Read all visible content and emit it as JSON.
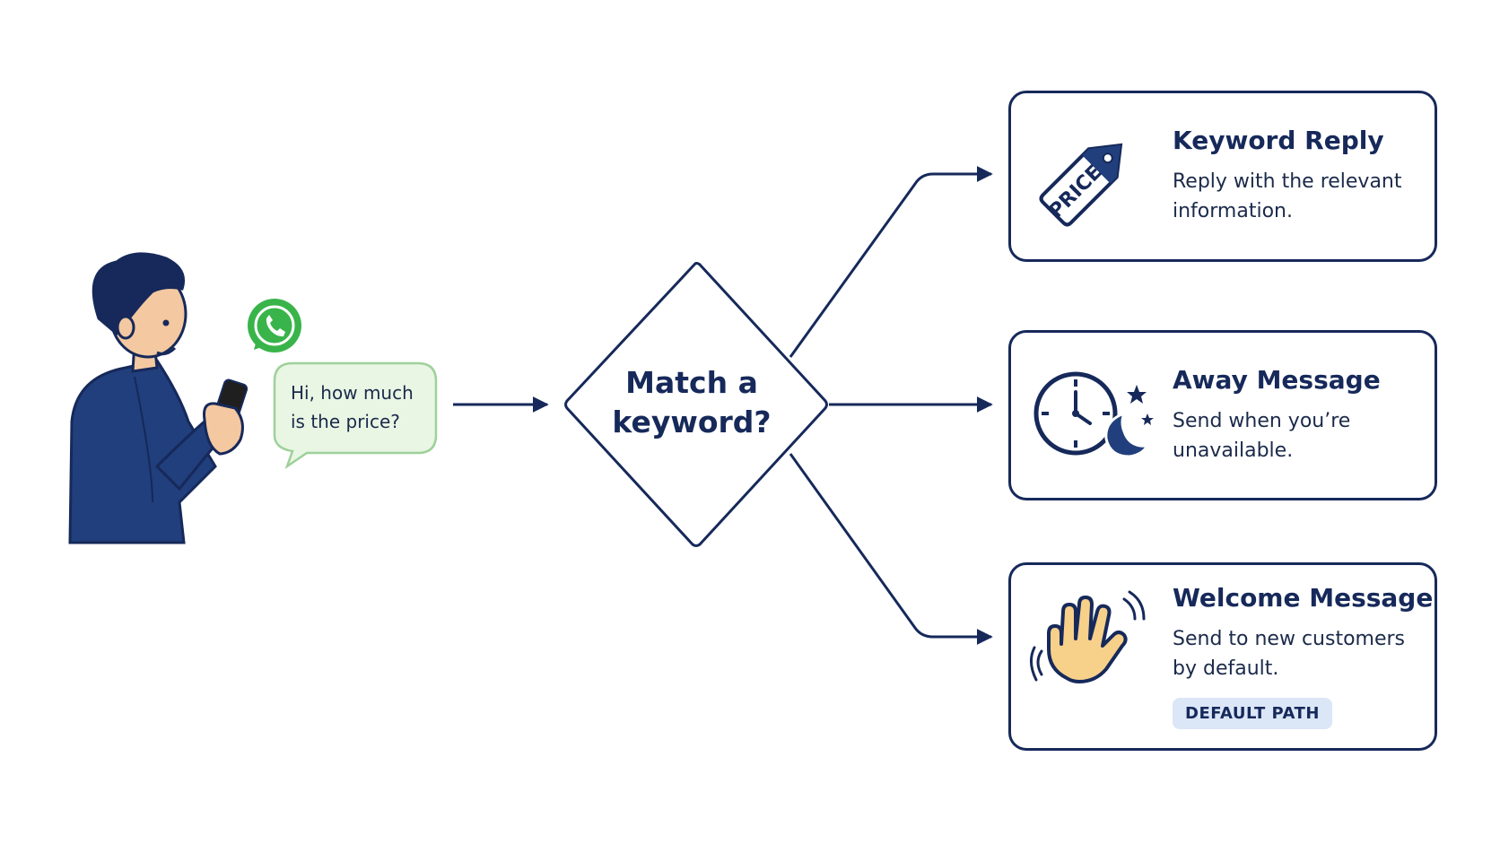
{
  "user_message": [
    "Hi, how much",
    "is the price?"
  ],
  "decision": [
    "Match a",
    "keyword?"
  ],
  "price_tag_text": "PRICE",
  "cards": [
    {
      "title": "Keyword Reply",
      "description": "Reply with the relevant information.",
      "icon": "price-tag-icon"
    },
    {
      "title": "Away Message",
      "description": "Send when you’re unavailable.",
      "icon": "clock-moon-icon"
    },
    {
      "title": "Welcome Message",
      "description": "Send to new customers by default.",
      "icon": "waving-hand-icon",
      "badge": "DEFAULT PATH"
    }
  ],
  "colors": {
    "navy": "#16295a",
    "whatsapp_green": "#39b44a",
    "bubble_fill": "#e9f6e4",
    "bubble_stroke": "#9ed19a",
    "badge_fill": "#dbe6f7",
    "skin": "#f4c8a0",
    "hand": "#f7d08a"
  }
}
